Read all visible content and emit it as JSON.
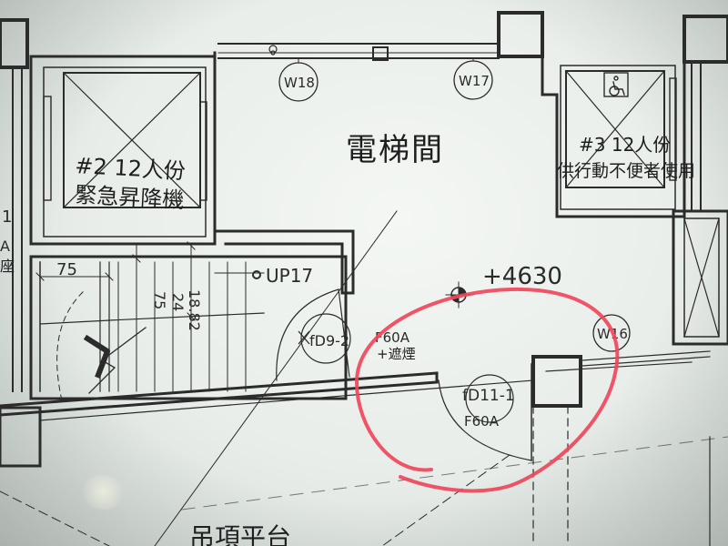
{
  "room": {
    "elevator_lobby": "電梯間",
    "bottom_partial": "吊項平台"
  },
  "elevator_2": {
    "line1": "#2 12人份",
    "line2": "緊急昇降機"
  },
  "elevator_3": {
    "line1": "#3 12人份",
    "line2": "供行動不便者使用"
  },
  "windows": {
    "w18": "W18",
    "w17": "W17",
    "w16": "W16"
  },
  "stair": {
    "dim_75_a": "75",
    "dim_75_b": "75",
    "dim_24": "24",
    "dim_18_82": "18.82",
    "up": "UP17"
  },
  "level": "+4630",
  "doors": {
    "fd9_tag": "fD9-2",
    "fd9_rating": "F60A",
    "fd9_note": "+遮煙",
    "fd11_tag": "fD11-1",
    "fd11_rating": "F60A"
  },
  "left_edge": {
    "frag1": "1",
    "frag2": "A",
    "frag3": "座"
  },
  "colors": {
    "ink": "#2b2b2b",
    "annotation_circle": "#f0475a",
    "paper": "#eef2ee"
  },
  "icons": [
    "wheelchair-icon",
    "cross-mark-icon",
    "stair-break-icon",
    "level-datum-icon"
  ]
}
